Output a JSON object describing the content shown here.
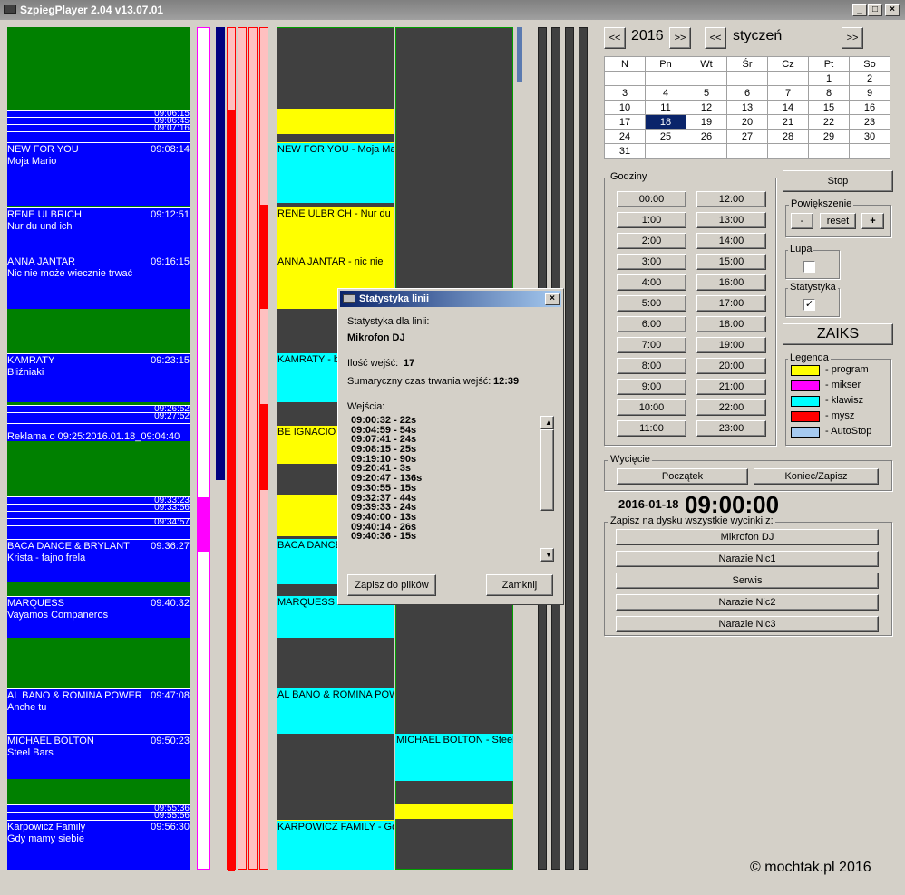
{
  "window": {
    "title": "SzpiegPlayer 2.04 v13.07.01",
    "min": "_",
    "max": "□",
    "close": "×"
  },
  "songs": [
    {
      "artist": "NEW FOR YOU",
      "time": "09:08:14",
      "title": "Moja Mario"
    },
    {
      "artist": "RENE ULBRICH",
      "time": "09:12:51",
      "title": "Nur du und ich"
    },
    {
      "artist": "ANNA JANTAR",
      "time": "09:16:15",
      "title": "Nic nie może wiecznie trwać"
    },
    {
      "artist": "KAMRATY",
      "time": "09:23:15",
      "title": "Bliźniaki"
    },
    {
      "artist": "Reklama o 09:25:2016.01.18_09:04:40",
      "time": "",
      "title": ""
    },
    {
      "artist": "BACA DANCE & BRYLANT",
      "time": "09:36:27",
      "title": "Krista - fajno frela"
    },
    {
      "artist": "MARQUESS",
      "time": "09:40:32",
      "title": "Vayamos Companeros"
    },
    {
      "artist": "AL BANO & ROMINA POWER",
      "time": "09:47:08",
      "title": "Anche tu"
    },
    {
      "artist": "MICHAEL BOLTON",
      "time": "09:50:23",
      "title": "Steel Bars"
    },
    {
      "artist": "Karpowicz Family",
      "time": "09:56:30",
      "title": "Gdy mamy siebie"
    }
  ],
  "thin_times": [
    "09:06:15",
    "09:06:45",
    "09:07:16",
    "09:26:52",
    "09:27:52",
    "09:33:23",
    "09:33:56",
    "09:34:57",
    "09:55:36",
    "09:55:56"
  ],
  "program": [
    "NEW FOR YOU - Moja Mar",
    "RENE ULBRICH - Nur du",
    "ANNA JANTAR - nic nie",
    "KAMRATY - bli",
    "BE IGNACIO -",
    "BACA DANCE",
    "MARQUESS -",
    "AL BANO & ROMINA POWE",
    "KARPOWICZ FAMILY - Gdy"
  ],
  "program2": [
    "MICHAEL BOLTON - Steel"
  ],
  "calendar": {
    "prev_year": "<<",
    "year": "2016",
    "next_year": ">>",
    "prev_month": "<<",
    "month": "styczeń",
    "next_month": ">>",
    "days": [
      "N",
      "Pn",
      "Wt",
      "Śr",
      "Cz",
      "Pt",
      "So"
    ],
    "weeks": [
      [
        "",
        "",
        "",
        "",
        "",
        "1",
        "2"
      ],
      [
        "3",
        "4",
        "5",
        "6",
        "7",
        "8",
        "9"
      ],
      [
        "10",
        "11",
        "12",
        "13",
        "14",
        "15",
        "16"
      ],
      [
        "17",
        "18",
        "19",
        "20",
        "21",
        "22",
        "23"
      ],
      [
        "24",
        "25",
        "26",
        "27",
        "28",
        "29",
        "30"
      ],
      [
        "31",
        "",
        "",
        "",
        "",
        "",
        ""
      ]
    ],
    "selected": "18"
  },
  "hours": {
    "label": "Godziny",
    "left": [
      "00:00",
      "1:00",
      "2:00",
      "3:00",
      "4:00",
      "5:00",
      "6:00",
      "7:00",
      "8:00",
      "9:00",
      "10:00",
      "11:00"
    ],
    "right": [
      "12:00",
      "13:00",
      "14:00",
      "15:00",
      "16:00",
      "17:00",
      "18:00",
      "19:00",
      "20:00",
      "21:00",
      "22:00",
      "23:00"
    ]
  },
  "controls": {
    "stop": "Stop",
    "zoom_label": "Powiększenie",
    "zoom_minus": "-",
    "zoom_reset": "reset",
    "zoom_plus": "+",
    "lupa_label": "Lupa",
    "stat_label": "Statystyka",
    "stat_check": "✓",
    "zaiks": "ZAIKS"
  },
  "legend": {
    "label": "Legenda",
    "items": [
      {
        "color": "#ffff00",
        "text": "- program"
      },
      {
        "color": "#ff00ff",
        "text": "- mikser"
      },
      {
        "color": "#00ffff",
        "text": "- klawisz"
      },
      {
        "color": "#ff0000",
        "text": "- mysz"
      },
      {
        "color": "#a6caf0",
        "text": "- AutoStop"
      }
    ]
  },
  "cut": {
    "label": "Wycięcie",
    "start": "Początek",
    "end": "Koniec/Zapisz"
  },
  "datetime": {
    "date": "2016-01-18",
    "time": "09:00:00"
  },
  "save": {
    "label": "Zapisz na dysku wszystkie wycinki z:",
    "buttons": [
      "Mikrofon DJ",
      "Narazie Nic1",
      "Serwis",
      "Narazie Nic2",
      "Narazie Nic3"
    ]
  },
  "copyright": "© mochtak.pl 2016",
  "dialog": {
    "title": "Statystyka linii",
    "close": "×",
    "line_label": "Statystyka dla linii:",
    "line_name": "Mikrofon DJ",
    "count_label": "Ilość wejść:",
    "count": "17",
    "duration_label": "Sumaryczny czas trwania wejść:",
    "duration": "12:39",
    "entries_label": "Wejścia:",
    "entries": [
      "09:00:32 - 22s",
      "09:04:59 - 54s",
      "09:07:41 - 24s",
      "09:08:15 - 25s",
      "09:19:10 - 90s",
      "09:20:41 - 3s",
      "09:20:47 - 136s",
      "09:30:55 - 15s",
      "09:32:37 - 44s",
      "09:39:33 - 24s",
      "09:40:00 - 13s",
      "09:40:14 - 26s",
      "09:40:36 - 15s"
    ],
    "scroll_up": "▲",
    "scroll_down": "▼",
    "save_btn": "Zapisz do plików",
    "close_btn": "Zamknij"
  }
}
